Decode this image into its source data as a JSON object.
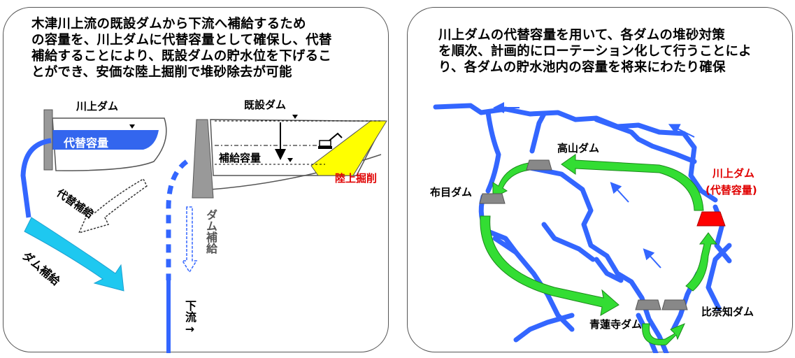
{
  "left": {
    "heading": [
      "木津川上流の既設ダムから下流へ補給するため",
      "の容量を、川上ダムに代替容量として確保し、代替",
      "補給することにより、既設ダムの貯水位を下げるこ",
      "とができ、安価な陸上掘削で堆砂除去が可能"
    ],
    "labels": {
      "kawakami_dam": "川上ダム",
      "existing_dam": "既設ダム",
      "alt_capacity": "代替容量",
      "supply_capacity": "補給容量",
      "land_excavation": "陸上掘削",
      "alt_supply": "代替補給",
      "dam_supply_dashed": "ダム補給",
      "dam_supply_arrow": "ダム補給",
      "downstream": "下流→"
    }
  },
  "right": {
    "heading": [
      "川上ダムの代替容量を用いて、各ダムの堆砂対策",
      "を順次、計画的にローテーション化して行うことによ",
      "り、各ダムの貯水池内の容量を将来にわたり確保"
    ],
    "labels": {
      "takayama_dam": "高山ダム",
      "nunome_dam": "布目ダム",
      "kawakami_dam": "川上ダム",
      "kawakami_note": "(代替容量)",
      "shorenji_dam": "青蓮寺ダム",
      "hinachi_dam": "比奈知ダム"
    }
  },
  "colors": {
    "river": "#3366ff",
    "reservoir": "#3366ee",
    "green_arrow": "#33dd33",
    "cyan_arrow": "#1ec8f0",
    "excavation": "#ffff00",
    "dam_gray": "#888888",
    "kawakami_red": "#ff0000",
    "label_red": "#e00000"
  }
}
